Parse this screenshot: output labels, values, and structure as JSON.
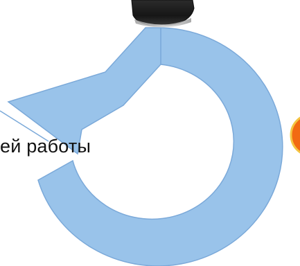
{
  "diagram": {
    "label": "ей работы",
    "colors": {
      "arrow_fill": "#99C3EA",
      "arrow_stroke": "#7BA9D9",
      "marker_fill": "#F26A12",
      "marker_stroke": "#F4C542",
      "object": "#1a1a1a"
    },
    "icons": [
      "mouse-object",
      "orange-circle-marker",
      "cycle-arrow"
    ]
  }
}
